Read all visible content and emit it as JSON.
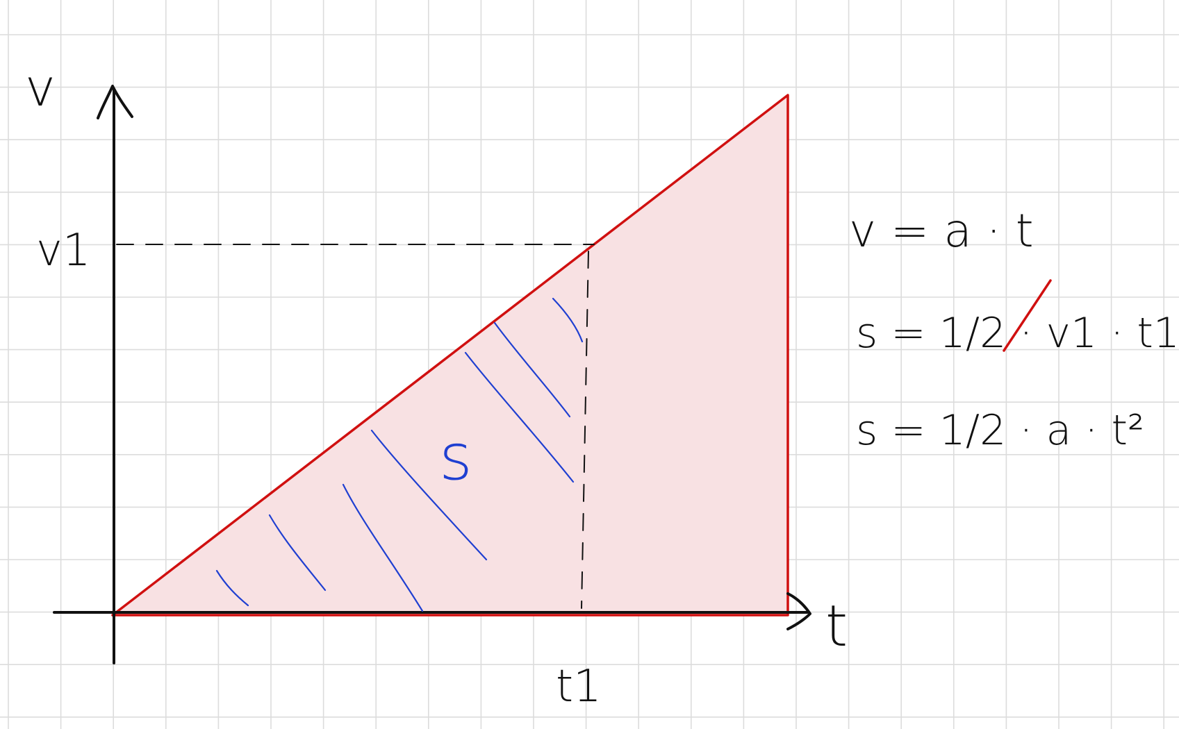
{
  "labels": {
    "y_axis": "v",
    "x_axis": "t",
    "v_level": "v1",
    "t_level": "t1",
    "area": "s"
  },
  "formulas": [
    "v = a · t",
    "s = 1/2 · v1 · t1",
    "s = 1/2 · a · t²"
  ],
  "colors": {
    "grid": "#dcdcdc",
    "triangle_fill": "#f8e1e3",
    "triangle_stroke": "#d01010",
    "hatching": "#1f3fd1",
    "ink": "#111111"
  }
}
